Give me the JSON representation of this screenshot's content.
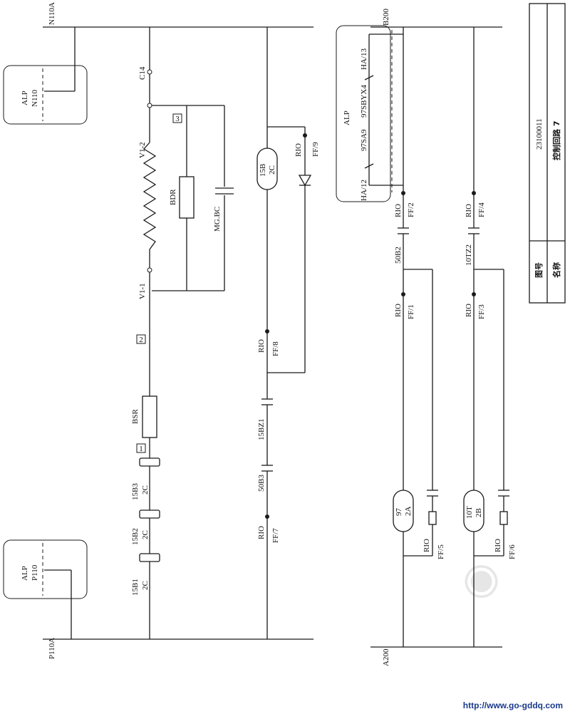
{
  "buses": {
    "n110a": "N110A",
    "p110a": "P110A",
    "b200": "B200",
    "a200": "A200"
  },
  "alp_boxes": {
    "top": {
      "title": "ALP",
      "terminal": "N110"
    },
    "bottom": {
      "title": "ALP",
      "terminal": "P110"
    },
    "right": {
      "title": "ALP",
      "contacts": [
        "HA/12",
        "97SA9",
        "97SBYX4",
        "HA/13"
      ]
    }
  },
  "column1": {
    "c14": "C14",
    "v1_2": "V1-2",
    "v1_1": "V1-1",
    "bdr": "BDR",
    "mgbc": "MG.BC",
    "box3": "3",
    "box2": "2",
    "box1": "1",
    "bsr": "BSR",
    "contacts": [
      {
        "name": "15B3",
        "sub": "2C"
      },
      {
        "name": "15B2",
        "sub": "2C"
      },
      {
        "name": "15B1",
        "sub": "2C"
      }
    ]
  },
  "column2": {
    "relay": {
      "name": "15B",
      "sub": "2C"
    },
    "rio_ff9": {
      "rio": "RIO",
      "ff": "FF/9"
    },
    "rio_ff8": {
      "rio": "RIO",
      "ff": "FF/8"
    },
    "contact_15bz1": "15BZ1",
    "contact_50b3": "50B3",
    "rio_ff7": {
      "rio": "RIO",
      "ff": "FF/7"
    }
  },
  "column3": {
    "rio_ff2": {
      "rio": "RIO",
      "ff": "FF/2"
    },
    "contact": "50B2",
    "rio_ff1": {
      "rio": "RIO",
      "ff": "FF/1"
    },
    "relay": {
      "name": "97",
      "sub": "2A"
    },
    "rio_ff5": {
      "rio": "RIO",
      "ff": "FF/5"
    }
  },
  "column4": {
    "rio_ff4": {
      "rio": "RIO",
      "ff": "FF/4"
    },
    "contact": "10TZ2",
    "rio_ff3": {
      "rio": "RIO",
      "ff": "FF/3"
    },
    "relay": {
      "name": "10T",
      "sub": "2B"
    },
    "rio_ff6": {
      "rio": "RIO",
      "ff": "FF/6"
    }
  },
  "title_block": {
    "drawing_no_label": "图号",
    "drawing_no": "23100011",
    "name_label": "名称",
    "name": "控制回路 7"
  },
  "footer_url": "http://www.go-gddq.com"
}
